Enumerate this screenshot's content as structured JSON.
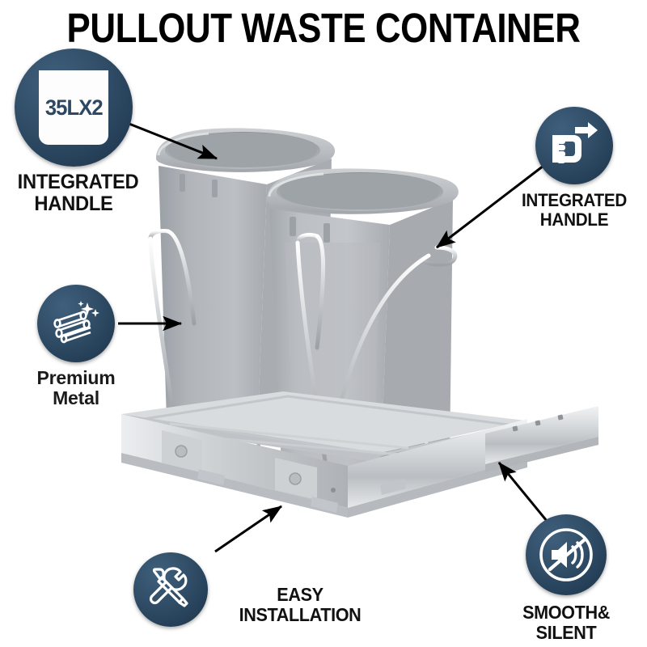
{
  "page": {
    "title": "PULLOUT WASTE CONTAINER",
    "background_color": "#ffffff",
    "badge_color": "#2c4864",
    "text_color": "#111111",
    "bin_color": "#b4b7bb",
    "metal_color": "#d4d7da"
  },
  "product": {
    "name": "pullout-waste-container",
    "bins": 2,
    "bin_color": "#b4b7bb",
    "frame_color": "#d8dadd"
  },
  "badges": [
    {
      "id": "capacity",
      "icon": "waste-bin-icon",
      "value": "35LX2",
      "caption": "INTEGRATED\nHANDLE"
    },
    {
      "id": "handle",
      "icon": "hand-grip-arrow-icon",
      "caption": "INTEGRATED\nHANDLE"
    },
    {
      "id": "metal",
      "icon": "metal-tubes-sparkle-icon",
      "caption": "Premium\nMetal"
    },
    {
      "id": "install",
      "icon": "wrench-screwdriver-icon",
      "caption": "EASY\nINSTALLATION"
    },
    {
      "id": "silent",
      "icon": "muted-speaker-icon",
      "caption": "SMOOTH&\nSILENT"
    }
  ],
  "callouts": [
    {
      "id": "capacity-to-bin1-rim",
      "from": [
        152,
        150
      ],
      "to": [
        268,
        196
      ]
    },
    {
      "id": "handle-to-bin2-handle",
      "from": [
        672,
        205
      ],
      "to": [
        535,
        308
      ]
    },
    {
      "id": "metal-to-wire-frame",
      "from": [
        148,
        400
      ],
      "to": [
        222,
        400
      ]
    },
    {
      "id": "install-to-bracket",
      "from": [
        268,
        680
      ],
      "to": [
        348,
        625
      ]
    },
    {
      "id": "silent-to-slide-rail",
      "from": [
        672,
        640
      ],
      "to": [
        615,
        570
      ]
    }
  ]
}
